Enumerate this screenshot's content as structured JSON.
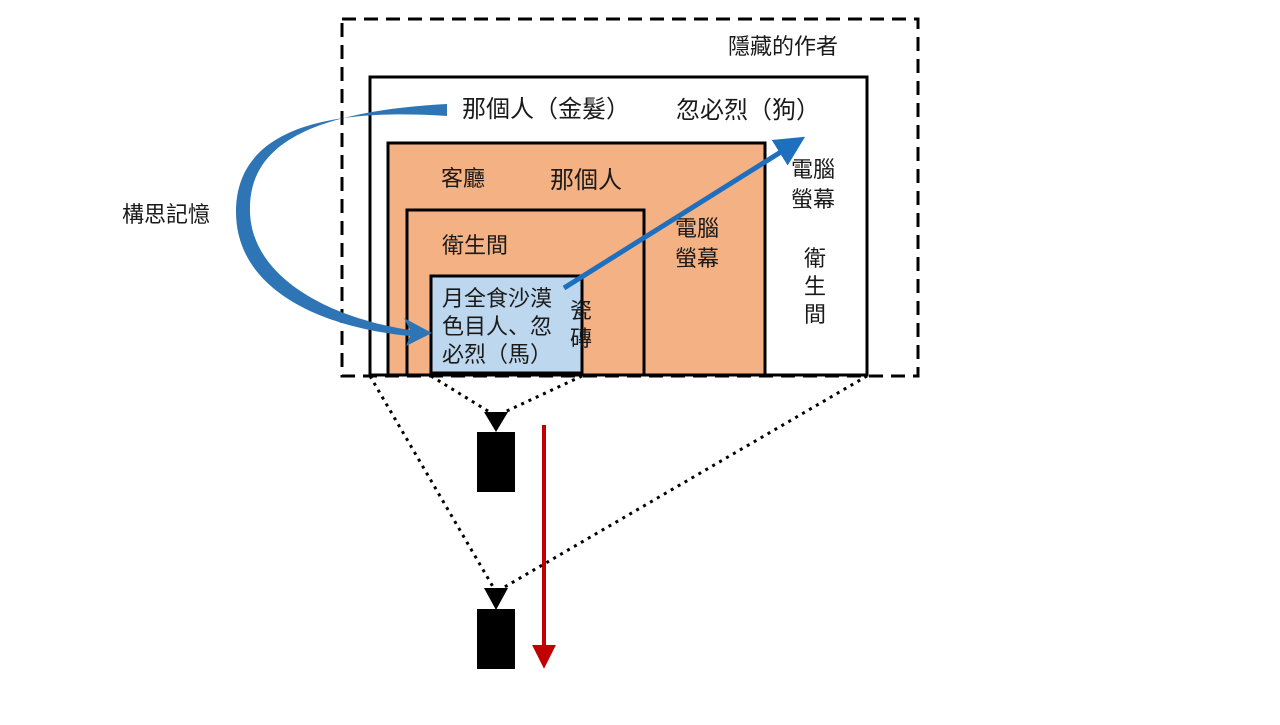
{
  "hidden_author": "隱藏的作者",
  "man_blond": "那個人（金髮）",
  "dog": "忽必烈（狗）",
  "living_room": "客廳",
  "that_person": "那個人",
  "bathroom_inner": "衛生間",
  "inner_text": [
    "月全食沙漠",
    "色目人、忽",
    "必烈（馬）"
  ],
  "tiles": [
    "瓷",
    "磚"
  ],
  "screen_inner": [
    "電腦",
    "螢幕"
  ],
  "screen_outer": [
    "電腦",
    "螢幕"
  ],
  "bathroom_outer": [
    "衛",
    "生",
    "間"
  ],
  "memory": "構思記憶",
  "colors": {
    "orange_fill": "#f4b183",
    "blue_fill": "#bdd7ee",
    "blue_arrow": "#2e75b6",
    "red_arrow": "#c00000",
    "black": "#000000"
  }
}
